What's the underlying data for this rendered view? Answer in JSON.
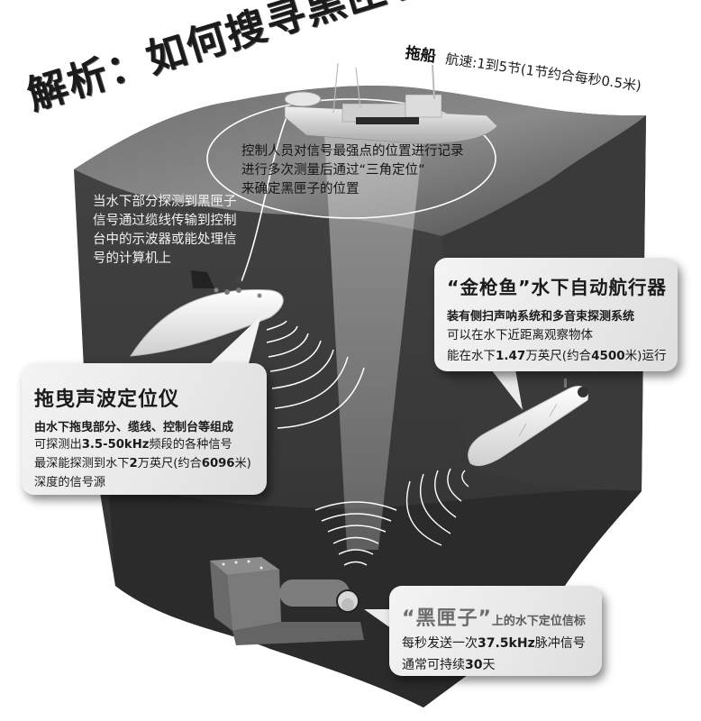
{
  "title": "解析：如何搜寻黑匣子",
  "ship": {
    "name": "拖船",
    "spec": "航速:1到5节(1节约合每秒0.5米)"
  },
  "triangulation_note": {
    "lines": [
      "控制人员对信号最强点的位置进行记录",
      "进行多次测量后通过“三角定位”",
      "来确定黑匣子的位置"
    ]
  },
  "cable_note": {
    "lines": [
      "当水下部分探测到黑匣子",
      "信号通过缆线传输到控制",
      "台中的示波器或能处理信",
      "号的计算机上"
    ]
  },
  "towed_locator": {
    "heading": "拖曳声波定位仪",
    "subheading": "由水下拖曳部分、缆线、控制台等组成",
    "line1_pre": "可探测出",
    "line1_num": "3.5-50kHz",
    "line1_post": "频段的各种信号",
    "line2_pre": "最深能探测到水下",
    "line2_num": "2",
    "line2_mid": "万英尺(约合",
    "line2_num2": "6096",
    "line2_post": "米)",
    "line3": "深度的信号源"
  },
  "auv": {
    "heading": "“金枪鱼”水下自动航行器",
    "subheading": "装有侧扫声呐系统和多音束探测系统",
    "line1": "可以在水下近距离观察物体",
    "line2_pre": "能在水下",
    "line2_num": "1.47",
    "line2_mid": "万英尺(约合",
    "line2_num2": "4500",
    "line2_post": "米)运行"
  },
  "black_box": {
    "heading_quote": "“黑匣子”",
    "heading_suffix": "上的水下定位信标",
    "line1_pre": "每秒发送一次",
    "line1_num": "37.5kHz",
    "line1_post": "脉冲信号",
    "line2_pre": "通常可持续",
    "line2_num": "30",
    "line2_post": "天"
  },
  "colors": {
    "sea_surface": "#5a5a5a",
    "water_wall": "#3c3c3c",
    "seabed": "#2e2e2e",
    "callout_bg": "#ececec",
    "text_dark": "#1a1a1a",
    "signal_arc": "#ffffff"
  }
}
